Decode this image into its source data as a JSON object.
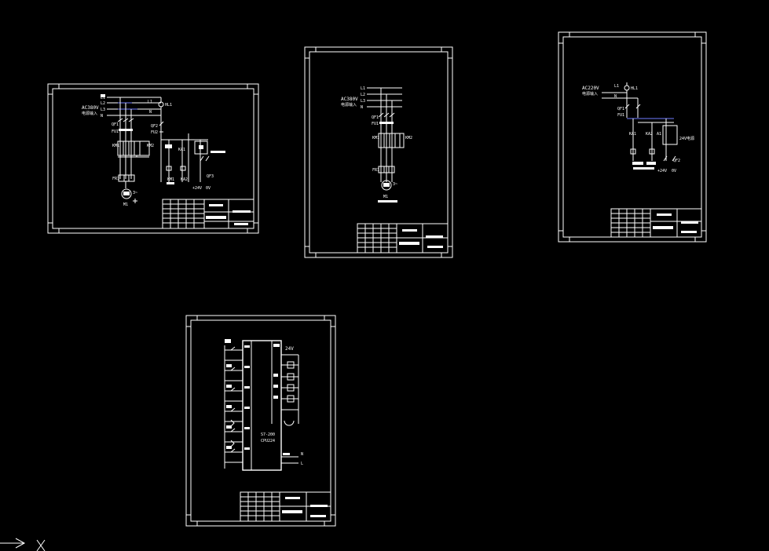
{
  "sheet1": {
    "src": "AC380V",
    "src_cn": "电源输入",
    "l1": "L1",
    "l2": "L2",
    "l3": "L3",
    "n": "N",
    "qf1": "QF1",
    "fu1": "FU1",
    "km1": "KM1",
    "km2": "KM2",
    "fr1": "FR1",
    "m1": "M1",
    "m1sub": "3~",
    "hl1": "HL1",
    "qf2": "QF2",
    "fu2": "FU2",
    "ka1": "KA1",
    "ka2": "KA2",
    "qf3": "QF3",
    "v24": "+24V",
    "v0": "0V"
  },
  "sheet2": {
    "src": "AC380V",
    "src_cn": "电源输入",
    "l1": "L1",
    "l2": "L2",
    "l3": "L3",
    "n": "N",
    "qf1": "QF1",
    "fu1": "FU1",
    "km1": "KM1",
    "km2": "KM2",
    "fr1": "FR1",
    "m1": "M1",
    "m1sub": "3~"
  },
  "sheet3": {
    "src": "AC220V",
    "src_cn": "电源输入",
    "l1": "L1",
    "n": "N",
    "hl1": "HL1",
    "qf1": "QF1",
    "fu1": "FU1",
    "ka1": "KA1",
    "ka2": "KA2",
    "a1": "A1",
    "psu": "24V电源",
    "v24": "+24V",
    "v0": "0V",
    "qf2": "QF2"
  },
  "sheet4": {
    "v24": "24V",
    "cpu": "S7-200",
    "cpu2": "CPU224",
    "l": "L",
    "n": "N"
  },
  "ucs": {
    "x_label": "X"
  }
}
